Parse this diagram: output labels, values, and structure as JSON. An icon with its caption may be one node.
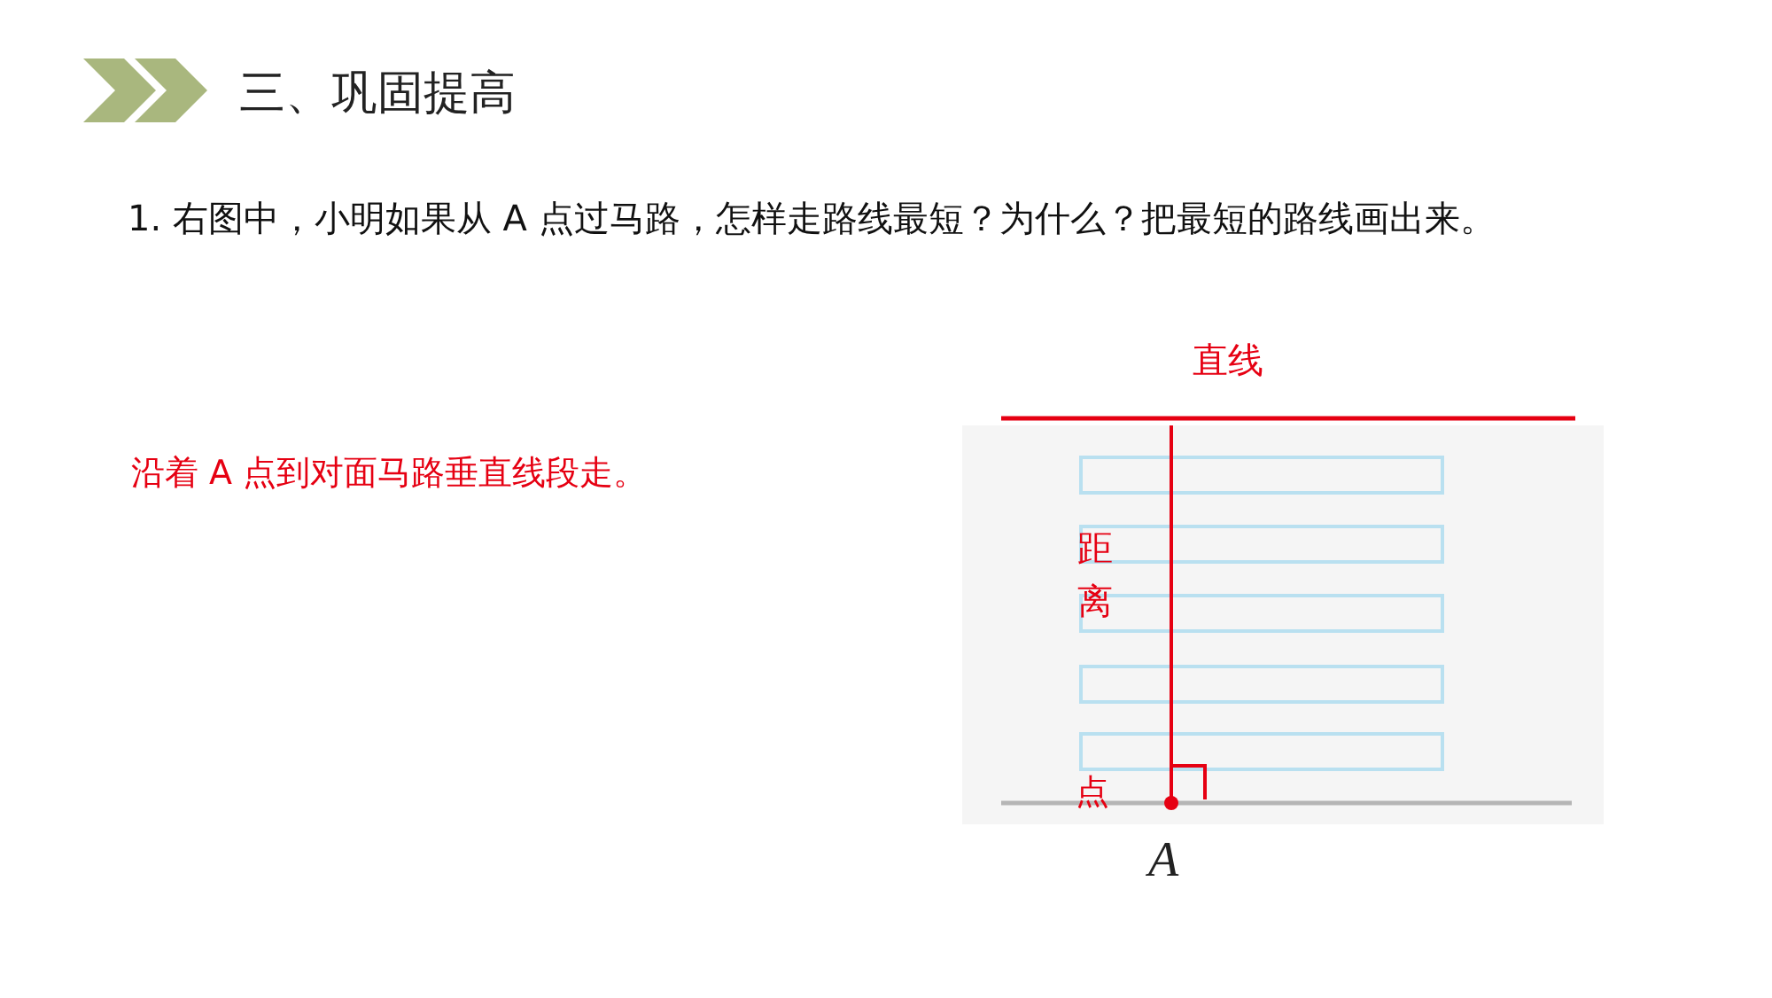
{
  "diagram": {
    "title": "三、巩固提高",
    "labels": [
      "1. 右图中，小明如果从 A 点过马路，怎样走路线最短？为什么？把最短的路线画出来。",
      "沿着 A 点到对面马路垂直线段走。",
      "直线",
      "距离",
      "点",
      "A"
    ]
  }
}
